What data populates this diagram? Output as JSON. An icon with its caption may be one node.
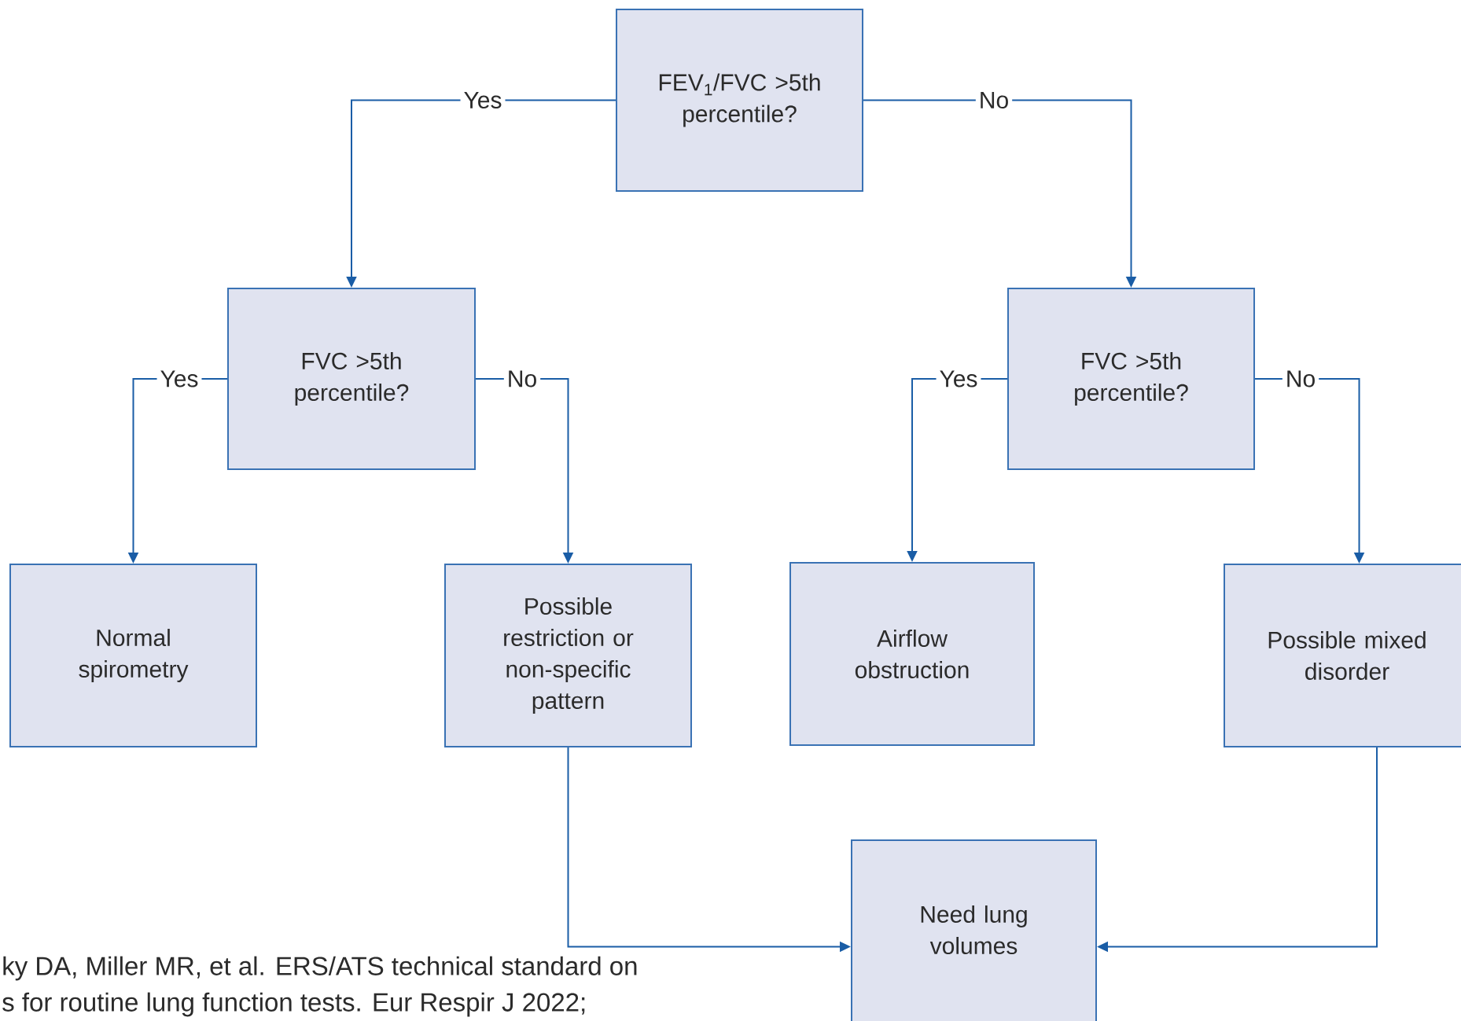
{
  "diagram": {
    "nodes": [
      {
        "text": [
          "FEV$_{1}$/FVC >5th percentile?"
        ]
      },
      {
        "text": [
          "FVC >5th percentile?"
        ]
      },
      {
        "text": [
          "FVC >5th percentile?"
        ]
      },
      {
        "text": [
          "Normal spirometry"
        ]
      },
      {
        "text": [
          "Possible restriction or non-specific pattern"
        ]
      },
      {
        "text": [
          "Airflow obstruction"
        ]
      },
      {
        "text": [
          "Possible mixed disorder"
        ]
      },
      {
        "text": [
          "Need lung volumes"
        ]
      }
    ],
    "edges": [
      {
        "from": 0,
        "to": 1,
        "arrow": "to",
        "label": "Yes"
      },
      {
        "from": 0,
        "to": 2,
        "arrow": "to",
        "label": "No"
      },
      {
        "from": 1,
        "to": 3,
        "arrow": "to",
        "label": "Yes"
      },
      {
        "from": 1,
        "to": 4,
        "arrow": "to",
        "label": "No"
      },
      {
        "from": 2,
        "to": 5,
        "arrow": "to",
        "label": "Yes"
      },
      {
        "from": 2,
        "to": 6,
        "arrow": "to",
        "label": "No"
      },
      {
        "from": 4,
        "to": 7,
        "arrow": "to"
      },
      {
        "from": 6,
        "to": 7,
        "arrow": "to"
      }
    ],
    "labels": [
      "ky DA, Miller MR, et al. ERS/ATS technical standard on",
      "s for routine lung function tests. Eur Respir J 2022;"
    ]
  }
}
